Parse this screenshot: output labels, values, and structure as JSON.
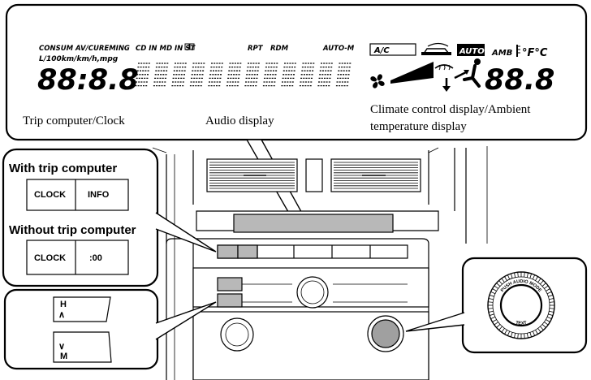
{
  "lcd": {
    "trip_mode_label": "CONSUM AV/CUREMING",
    "trip_unit_label": "L/100km/km/h,mpg",
    "trip_digits": "88:8.8",
    "audio_flags": "CD IN MD IN ST",
    "rpt_label": "RPT",
    "rdm_label": "RDM",
    "auto_m_label": "AUTO-M",
    "ac_label": "A/C",
    "auto_label": "AUTO",
    "amb_label": "AMB",
    "temp_units": "°F°C",
    "temp_digits": "88.8"
  },
  "captions": {
    "trip_clock": "Trip computer/Clock",
    "audio": "Audio display",
    "climate_line1": "Climate control display/Ambient",
    "climate_line2": "temperature display"
  },
  "with_trip": {
    "heading": "With trip computer",
    "clock_label": "CLOCK",
    "info_label": "INFO"
  },
  "without_trip": {
    "heading": "Without trip computer",
    "clock_label": "CLOCK",
    "set_label": ":00"
  },
  "hour_minute": {
    "h_label": "H",
    "up_glyph": "∧",
    "down_glyph": "∨",
    "m_label": "M"
  },
  "knob": {
    "ring_text": "PUSH AUDIO MODE",
    "text_label": "TEXT"
  }
}
